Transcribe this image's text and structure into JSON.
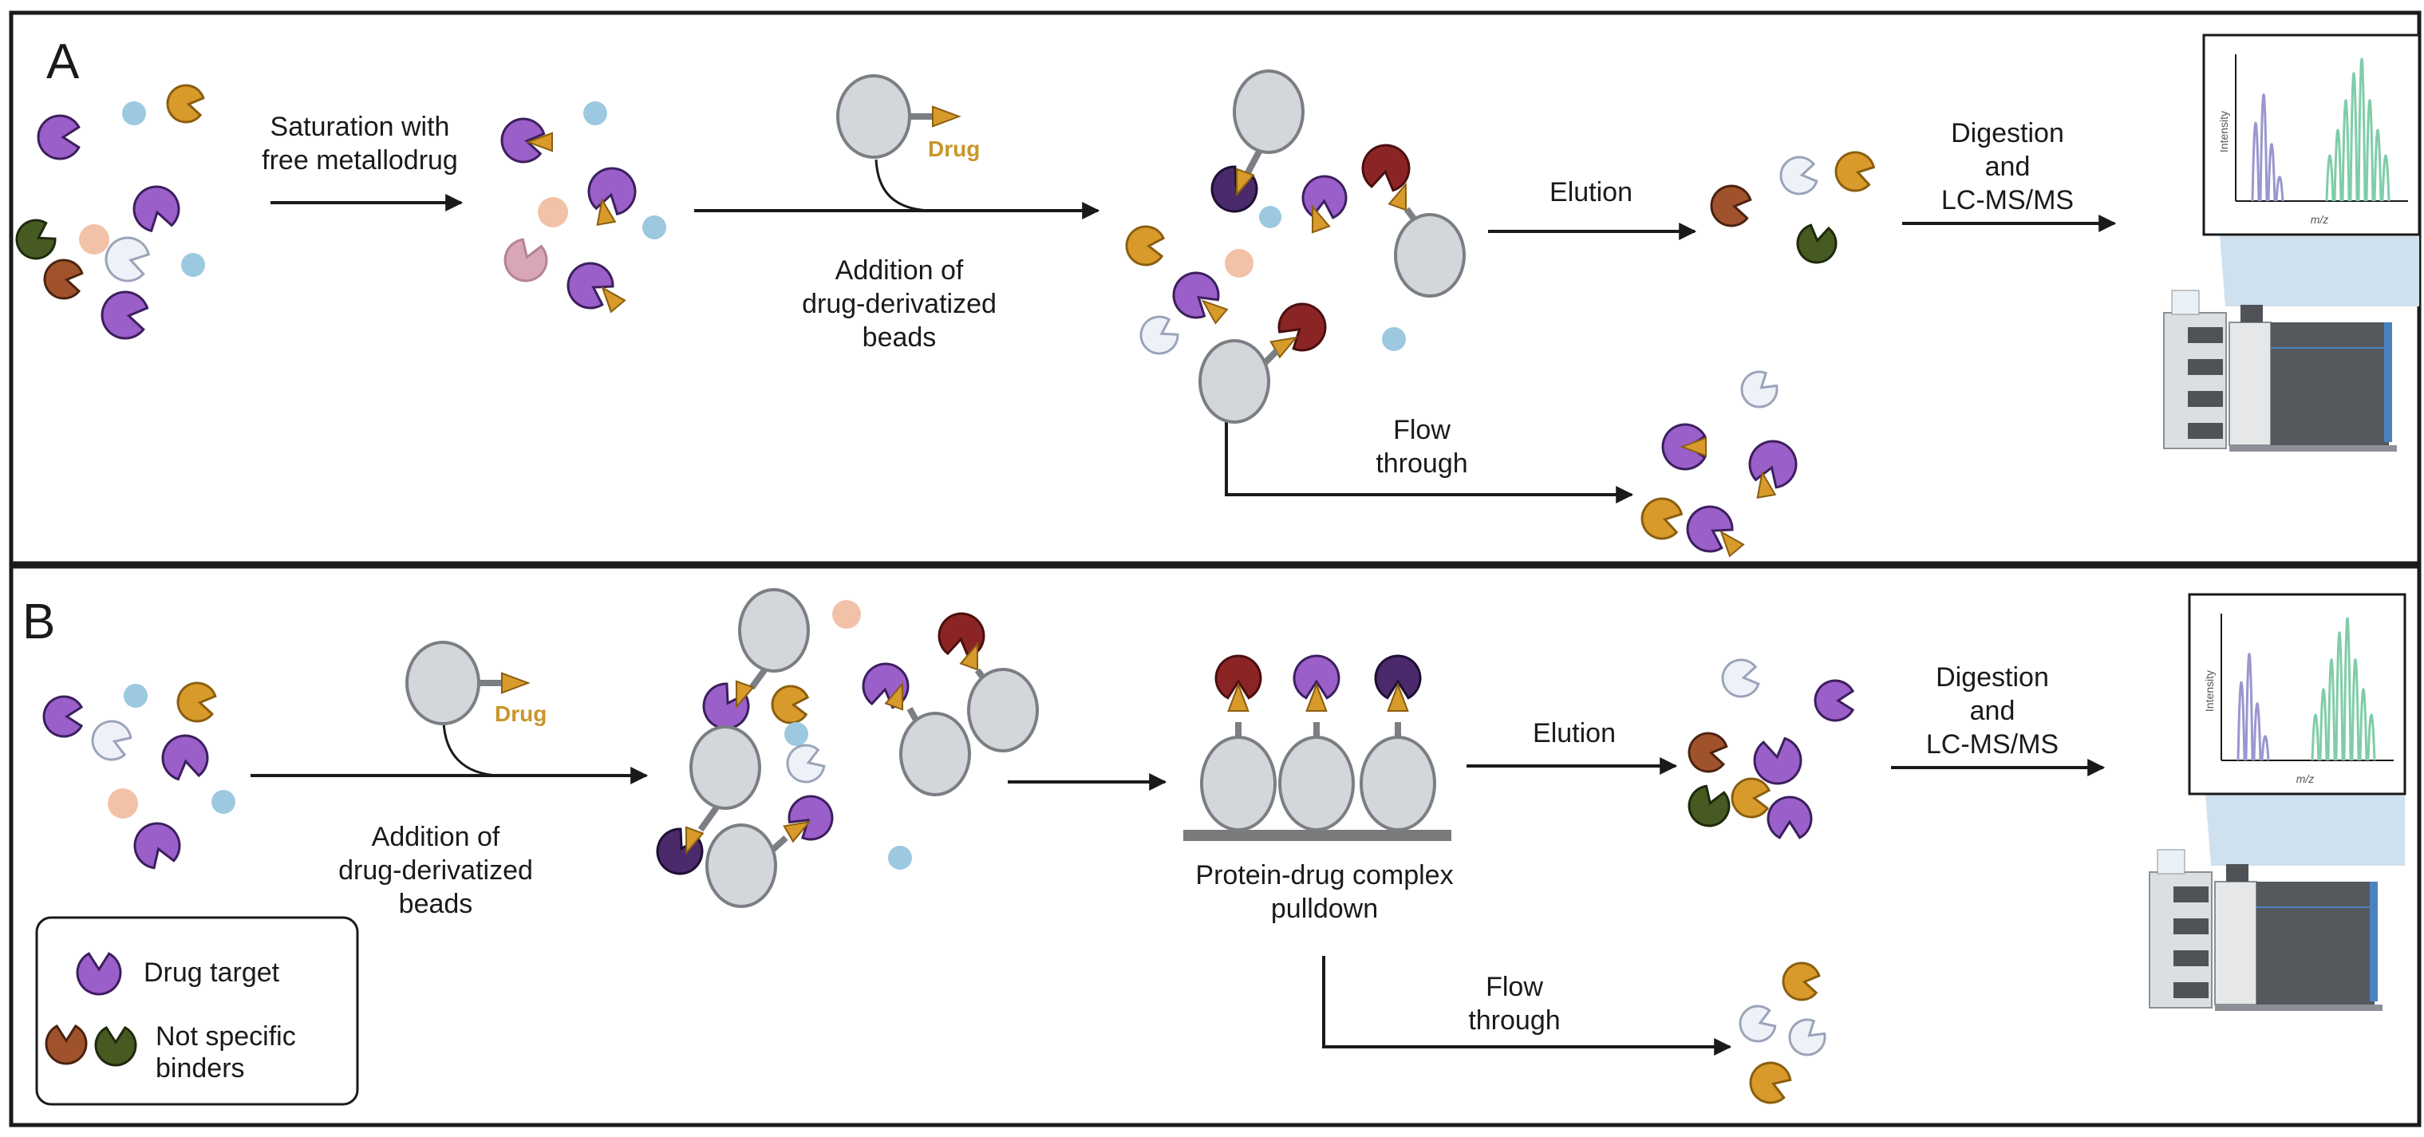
{
  "colors": {
    "drug_target": "#9b5fc9",
    "drug_target_dark": "#4a2a6a",
    "nonspecific_brown": "#a0522d",
    "nonspecific_green": "#465a22",
    "nonspecific_red": "#8b2525",
    "protein_orange": "#d89a2a",
    "protein_white": "#eef1f8",
    "protein_pink": "#d8a6b8",
    "small_blue": "#9cc9df",
    "small_peach": "#f1c2a8",
    "bead": "#d3d6da",
    "drug": "#d89a2a",
    "spectrum_purple": "#9a96cf",
    "spectrum_green": "#7fcda8",
    "ms_blue": "#4a82c0"
  },
  "panel_a": {
    "label": "A",
    "step_saturation": [
      "Saturation with",
      "free metallodrug"
    ],
    "drug_label": "Drug",
    "step_addition": [
      "Addition of",
      "drug-derivatized",
      "beads"
    ],
    "step_elution": "Elution",
    "step_flow": [
      "Flow",
      "through"
    ],
    "step_digestion": [
      "Digestion",
      "and",
      "LC-MS/MS"
    ],
    "spectrum_ylabel": "Intensity",
    "spectrum_xlabel": "m/z"
  },
  "panel_b": {
    "label": "B",
    "drug_label": "Drug",
    "step_addition": [
      "Addition of",
      "drug-derivatized",
      "beads"
    ],
    "step_pulldown": [
      "Protein-drug complex",
      "pulldown"
    ],
    "step_elution": "Elution",
    "step_flow": [
      "Flow",
      "through"
    ],
    "step_digestion": [
      "Digestion",
      "and",
      "LC-MS/MS"
    ],
    "spectrum_ylabel": "Intensity",
    "spectrum_xlabel": "m/z"
  },
  "legend": {
    "items": [
      {
        "label": "Drug target"
      },
      {
        "label": "Not specific",
        "label2": "binders"
      }
    ]
  }
}
